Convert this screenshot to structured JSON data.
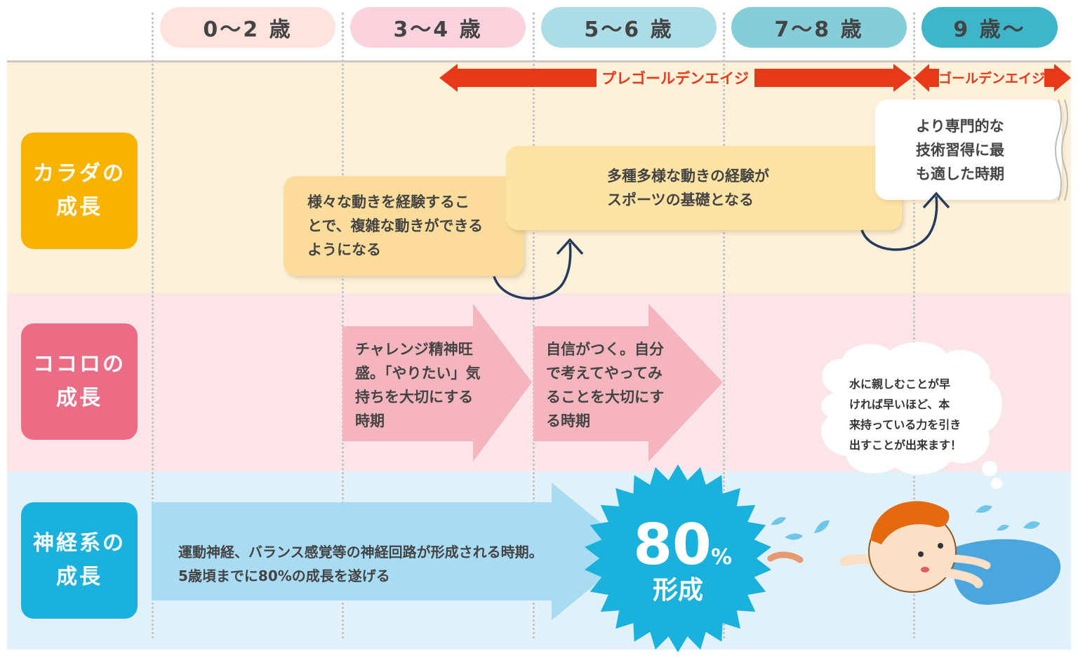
{
  "ages": [
    {
      "label": "0～2 歳",
      "color": "#fde3dc"
    },
    {
      "label": "3～4 歳",
      "color": "#fbd3de"
    },
    {
      "label": "5～6 歳",
      "color": "#acdde6"
    },
    {
      "label": "7～8 歳",
      "color": "#86cdda"
    },
    {
      "label": "9 歳～",
      "color": "#3fb5c9"
    }
  ],
  "rows": {
    "body": {
      "line1": "カラダの",
      "line2": "成長",
      "color": "#f8b300"
    },
    "mind": {
      "line1": "ココロの",
      "line2": "成長",
      "color": "#ea6d85"
    },
    "nerve": {
      "line1": "神経系の",
      "line2": "成長",
      "color": "#1ab2dd"
    }
  },
  "periods": {
    "pre_golden": "プレゴールデンエイジ",
    "golden": "ゴールデンエイジ",
    "color": "#e8381a"
  },
  "body_boxes": {
    "box1": [
      "様々な動きを経験するこ",
      "とで、複雑な動きができる",
      "ようになる"
    ],
    "box2": [
      "多種多様な動きの経験が",
      "スポーツの基礎となる"
    ],
    "box3": [
      "より専門的な",
      "技術習得に最",
      "も適した時期"
    ]
  },
  "mind_arrows": {
    "arrow1": [
      "チャレンジ精神旺",
      "盛。「やりたい」気",
      "持ちを大切にする",
      "時期"
    ],
    "arrow2": [
      "自信がつく。自分",
      "で考えてやってみ",
      "ることを大切にす",
      "る時期"
    ]
  },
  "nerve": {
    "lines": [
      "運動神経、バランス感覚等の神経回路が形成される時期。",
      "5歳頃までに80%の成長を遂げる"
    ],
    "badge_number": "80",
    "badge_unit": "%",
    "badge_label": "形成"
  },
  "thought_bubble": [
    "水に親しむことが早",
    "ければ早いほど、本",
    "来持っている力を引き",
    "出すことが出来ます！"
  ]
}
